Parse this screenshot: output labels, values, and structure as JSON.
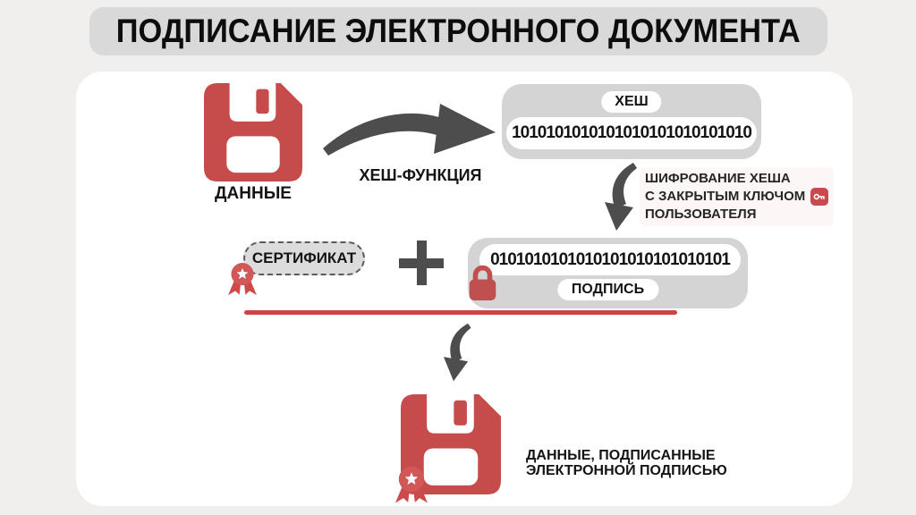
{
  "title": "ПОДПИСАНИЕ ЭЛЕКТРОННОГО ДОКУМЕНТА",
  "colors": {
    "background": "#f0efed",
    "card": "#ffffff",
    "title_bg": "#d9d9d9",
    "red": "#c64b4b",
    "rosette_red": "#d25858",
    "gray_box": "#d4d4d4",
    "arrow": "#4d4d4d",
    "red_line": "#cf4343"
  },
  "icons": {
    "floppy-icon": "floppy-disk",
    "rosette-icon": "award-ribbon-badge",
    "lock-icon": "padlock",
    "key-icon": "key-in-red-square",
    "plus-icon": "+",
    "curved-arrow-right-icon": "swoosh-arrow-right",
    "curved-arrow-down-icon": "swoosh-arrow-down"
  },
  "flow": {
    "data_label": "ДАННЫЕ",
    "hash_function_label": "ХЕШ-ФУНКЦИЯ",
    "hash_box": {
      "label": "ХЕШ",
      "value": "1010101010101010101010101010"
    },
    "encryption": {
      "line1": "ШИФРОВАНИЕ ХЕША",
      "line2": "С ЗАКРЫТЫМ КЛЮЧОМ",
      "line3": "ПОЛЬЗОВАТЕЛЯ"
    },
    "certificate_label": "СЕРТИФИКАТ",
    "plus": "+",
    "signature_box": {
      "value": "0101010101010101010101010101",
      "label": "ПОДПИСЬ"
    },
    "result_line1": "ДАННЫЕ, ПОДПИСАННЫЕ",
    "result_line2": "ЭЛЕКТРОННОЙ ПОДПИСЬЮ"
  }
}
